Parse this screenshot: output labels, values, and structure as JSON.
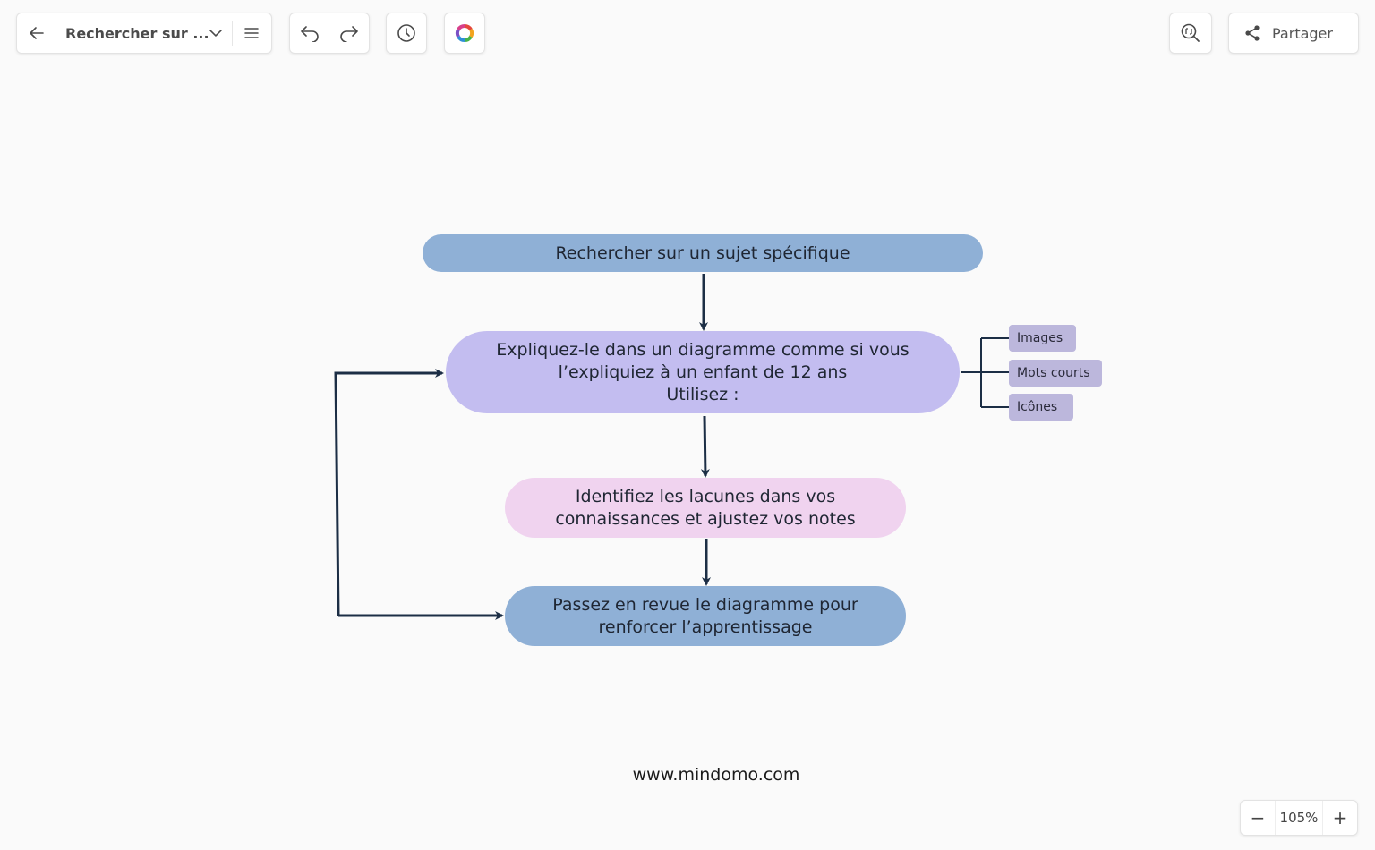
{
  "toolbar": {
    "back_icon": "arrow-left-icon",
    "title": "Rechercher sur ...",
    "title_dropdown_icon": "chevron-down-icon",
    "menu_icon": "hamburger-menu-icon",
    "undo_icon": "undo-icon",
    "redo_icon": "redo-icon",
    "history_icon": "clock-icon",
    "theme_icon": "color-wheel-icon",
    "zoom_fit_icon": "zoom-fit-icon",
    "share_icon": "share-icon",
    "share_label": "Partager"
  },
  "diagram": {
    "nodes": {
      "topic": "Rechercher sur un sujet spécifique",
      "explain": "Expliquez-le dans un diagramme comme si vous\nl’expliquiez à un enfant de 12 ans\nUtilisez :",
      "identify": "Identifiez les lacunes dans vos\nconnaissances et ajustez vos notes",
      "review": "Passez en revue le diagramme pour\nrenforcer l’apprentissage"
    },
    "tags": [
      "Images",
      "Mots courts",
      "Icônes"
    ],
    "colors": {
      "blue_node": "#8fb0d6",
      "purple_node": "#c3bdf0",
      "pink_node": "#f0d3ef",
      "tag": "#bcb7dc",
      "connector": "#1c2e45"
    }
  },
  "footer": {
    "url": "www.mindomo.com"
  },
  "zoom": {
    "minus_label": "−",
    "value": "105%",
    "plus_label": "+"
  }
}
